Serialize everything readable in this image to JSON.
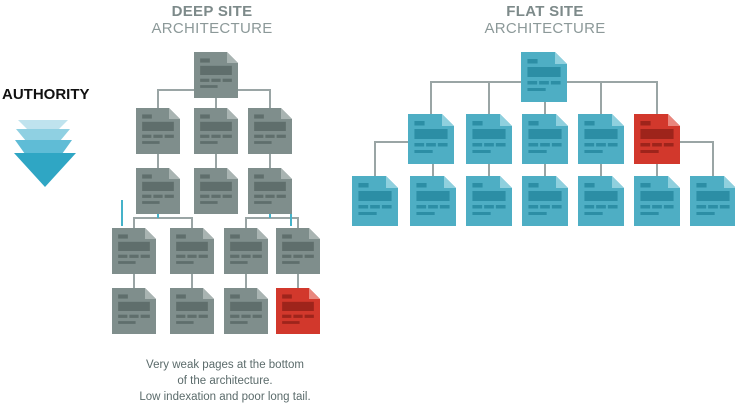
{
  "deep": {
    "title_bold": "DEEP SITE",
    "title_light": "ARCHITECTURE",
    "caption": [
      "Very weak pages at the bottom",
      "of the architecture.",
      "Low indexation and poor long tail."
    ]
  },
  "flat": {
    "title_bold": "FLAT SITE",
    "title_light": "ARCHITECTURE"
  },
  "authority_label": "AUTHORITY",
  "colors": {
    "gray_page": "#7f8e8c",
    "gray_fold": "#a9b4b2",
    "gray_detail": "#5f6e6c",
    "blue_page": "#4eaec4",
    "blue_fold": "#8fd0de",
    "blue_detail": "#2c8ea5",
    "red_page": "#d2382c",
    "red_fold": "#e9877e",
    "red_detail": "#9e241b",
    "gray_line": "#9aa5a5",
    "blue_line": "#45b2c9",
    "arrow": [
      "#bfe3ee",
      "#8fd0e2",
      "#5fbcd6",
      "#2fa6c4"
    ]
  },
  "deep_tree_levels": [
    1,
    3,
    3,
    4,
    4
  ],
  "flat_tree_levels": [
    1,
    5,
    7
  ]
}
